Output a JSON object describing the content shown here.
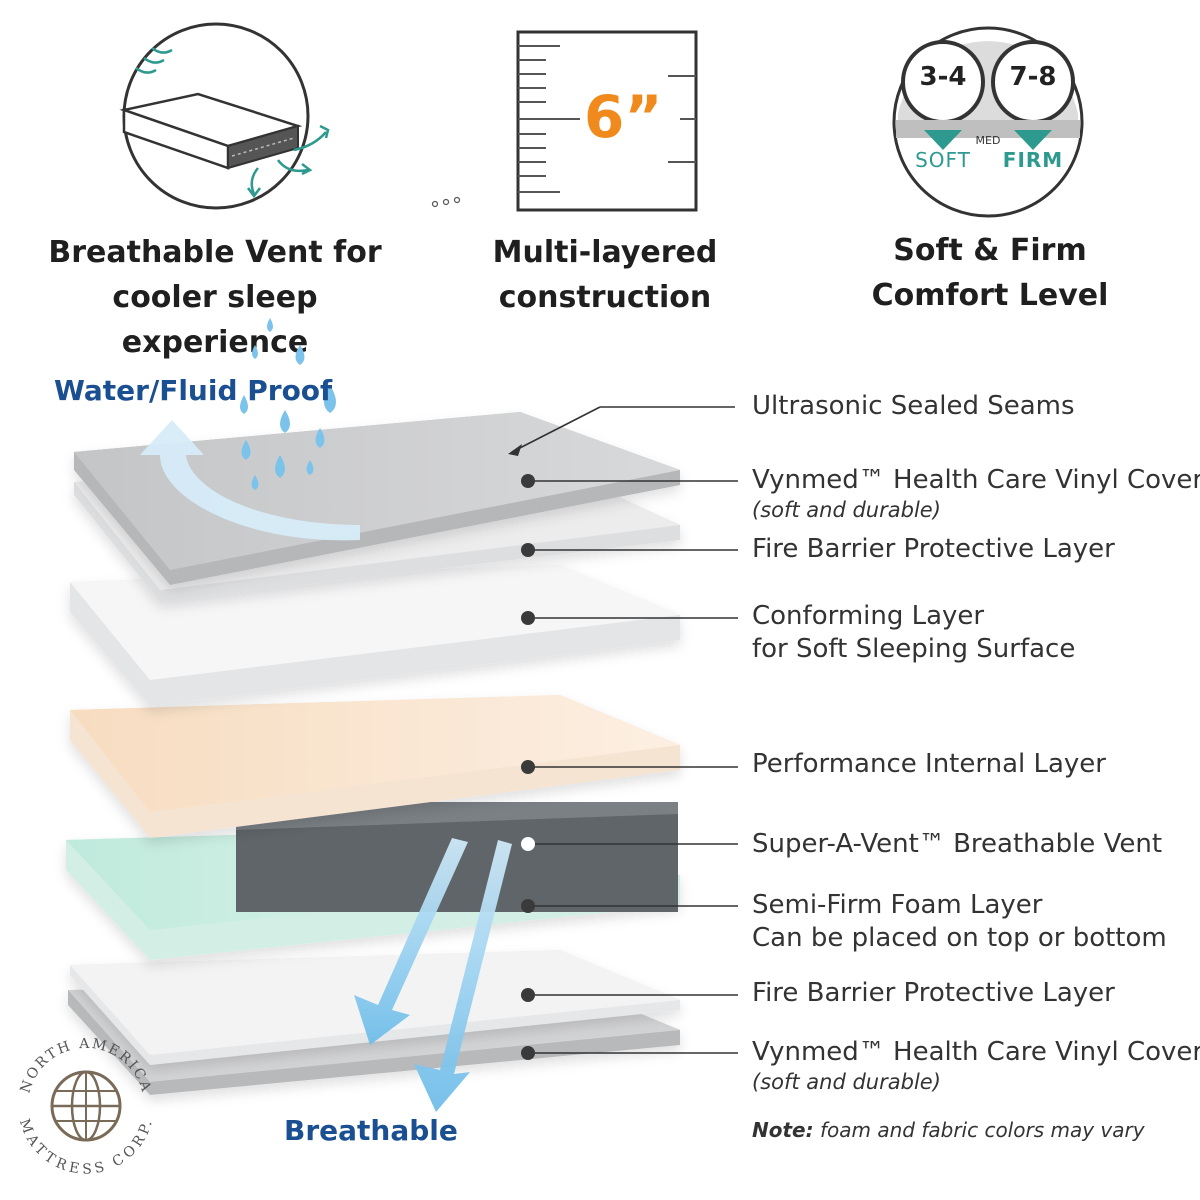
{
  "features": [
    {
      "title_line1": "Breathable Vent for",
      "title_line2": "cooler sleep experience",
      "icon": "mattress-vent-icon"
    },
    {
      "title_line1": "Multi-layered",
      "title_line2": "construction",
      "icon": "ruler-icon",
      "measure": "6”"
    },
    {
      "title_line1": "Soft & Firm",
      "title_line2": "Comfort Level",
      "icon": "comfort-dial-icon",
      "soft_value": "3-4",
      "firm_value": "7-8",
      "med_label": "MED",
      "soft_label": "SOFT",
      "firm_label": "FIRM"
    }
  ],
  "labels": {
    "water": "Water/Fluid Proof",
    "breathable": "Breathable"
  },
  "callouts": [
    {
      "line1": "Ultrasonic Sealed Seams"
    },
    {
      "line1": "Vynmed™ Health Care Vinyl Cover",
      "sub": "(soft and durable)"
    },
    {
      "line1": "Fire Barrier Protective Layer"
    },
    {
      "line1": "Conforming Layer",
      "line2": "for Soft Sleeping Surface"
    },
    {
      "line1": "Performance Internal Layer"
    },
    {
      "line1": "Super-A-Vent™ Breathable Vent"
    },
    {
      "line1": "Semi-Firm Foam Layer",
      "line2": "Can be placed on top or bottom"
    },
    {
      "line1": "Fire Barrier Protective Layer"
    },
    {
      "line1": "Vynmed™ Health Care Vinyl Cover",
      "sub": "(soft and durable)"
    }
  ],
  "note": {
    "prefix": "Note:",
    "text": " foam and fabric colors may vary"
  },
  "logo": {
    "top_text": "NORTH AMERICA",
    "bottom_text": "MATTRESS CORP."
  },
  "colors": {
    "accent_blue": "#1a4f91",
    "teal": "#2e9a8f",
    "orange": "#f08a1c",
    "water_blue": "#7cc3ec"
  }
}
